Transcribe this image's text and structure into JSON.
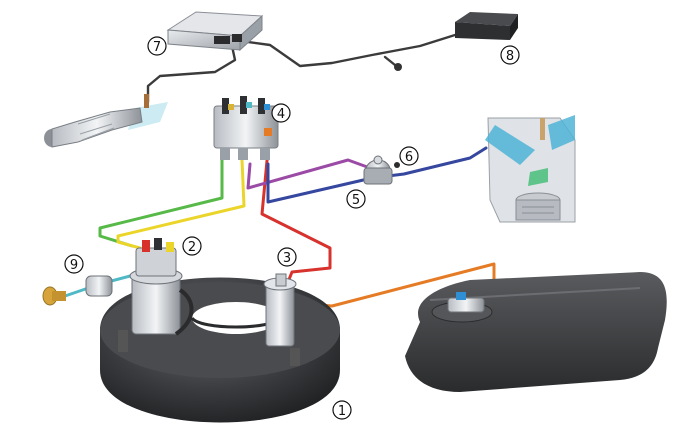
{
  "callouts": [
    {
      "id": "c1",
      "label": "1"
    },
    {
      "id": "c2",
      "label": "2"
    },
    {
      "id": "c3",
      "label": "3"
    },
    {
      "id": "c4",
      "label": "4"
    },
    {
      "id": "c5",
      "label": "5"
    },
    {
      "id": "c6",
      "label": "6"
    },
    {
      "id": "c7",
      "label": "7"
    },
    {
      "id": "c8",
      "label": "8"
    },
    {
      "id": "c9",
      "label": "9"
    }
  ],
  "colors": {
    "green": "#57b947",
    "yellow": "#ecd52a",
    "red": "#d8322d",
    "purple": "#9b4aa6",
    "blue": "#35479e",
    "orange": "#e57c25",
    "cyan": "#4fb9c6",
    "tank_dark": "#3a3b3d",
    "wire": "#3b3b3b"
  }
}
